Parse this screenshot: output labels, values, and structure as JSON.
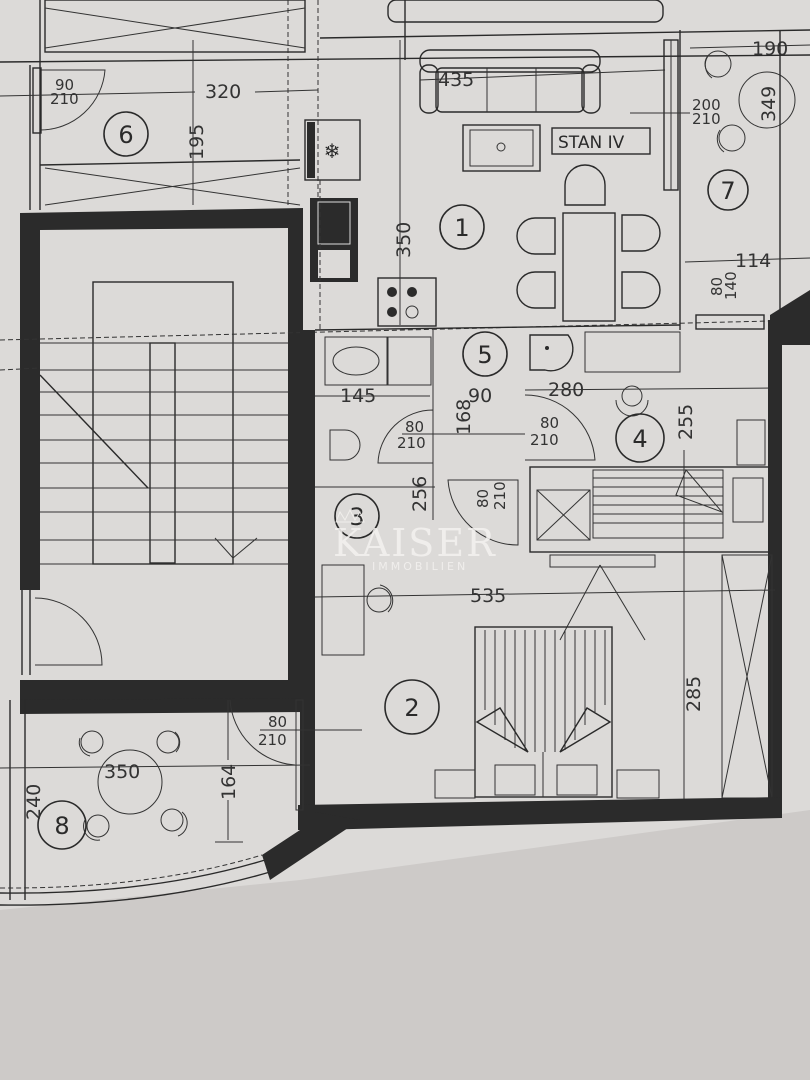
{
  "plan": {
    "title_label": "STAN IV",
    "rooms": [
      {
        "id": "1",
        "label": "1"
      },
      {
        "id": "2",
        "label": "2"
      },
      {
        "id": "3",
        "label": "3"
      },
      {
        "id": "4",
        "label": "4"
      },
      {
        "id": "5",
        "label": "5"
      },
      {
        "id": "6",
        "label": "6"
      },
      {
        "id": "7",
        "label": "7"
      },
      {
        "id": "8",
        "label": "8"
      }
    ],
    "dimensions": {
      "d320": "320",
      "d195": "195",
      "d435": "435",
      "d350_living": "350",
      "d190": "190",
      "d349": "349",
      "d114": "114",
      "d145": "145",
      "d90": "90",
      "d280": "280",
      "d168": "168",
      "d255": "255",
      "d256": "256",
      "d535": "535",
      "d285": "285",
      "d350_terrace": "350",
      "d164": "164",
      "d240": "240"
    },
    "doors": {
      "room6_w": "90",
      "room6_h": "210",
      "balcony7_w": "200",
      "balcony7_h": "210",
      "window_w": "80",
      "window_h": "140",
      "bath_w": "80",
      "bath_h": "210",
      "room4_w": "80",
      "room4_h": "210",
      "hall_w": "80",
      "hall_h": "210",
      "terrace_w": "80",
      "terrace_h": "210"
    },
    "watermark": {
      "brand": "KAISER",
      "sub": "IMMOBILIEN"
    },
    "colors": {
      "wall": "#2b2b2b",
      "paper": "#dcdad8",
      "line": "#2a2a2a"
    }
  }
}
